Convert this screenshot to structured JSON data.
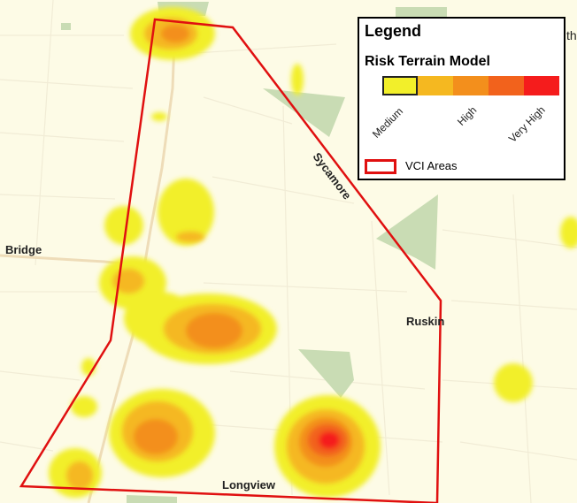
{
  "map": {
    "street_labels": {
      "bridge": "Bridge",
      "sycamore": "Sycamore",
      "ruskin": "Ruskin",
      "longview": "Longview"
    },
    "edge_fragment": "th",
    "colors": {
      "background": "#fdfbe6",
      "park": "#c9dcb4",
      "boundary": "#e01010",
      "road": "#eedcb8"
    }
  },
  "legend": {
    "title": "Legend",
    "subtitle": "Risk Terrain Model",
    "ramp_colors": [
      "#f2ef2a",
      "#f5b820",
      "#f38f1c",
      "#f2621c",
      "#f51c1c"
    ],
    "ticks": {
      "medium": "Medium",
      "high": "High",
      "very_high": "Very High"
    },
    "vci_label": "VCI Areas"
  }
}
